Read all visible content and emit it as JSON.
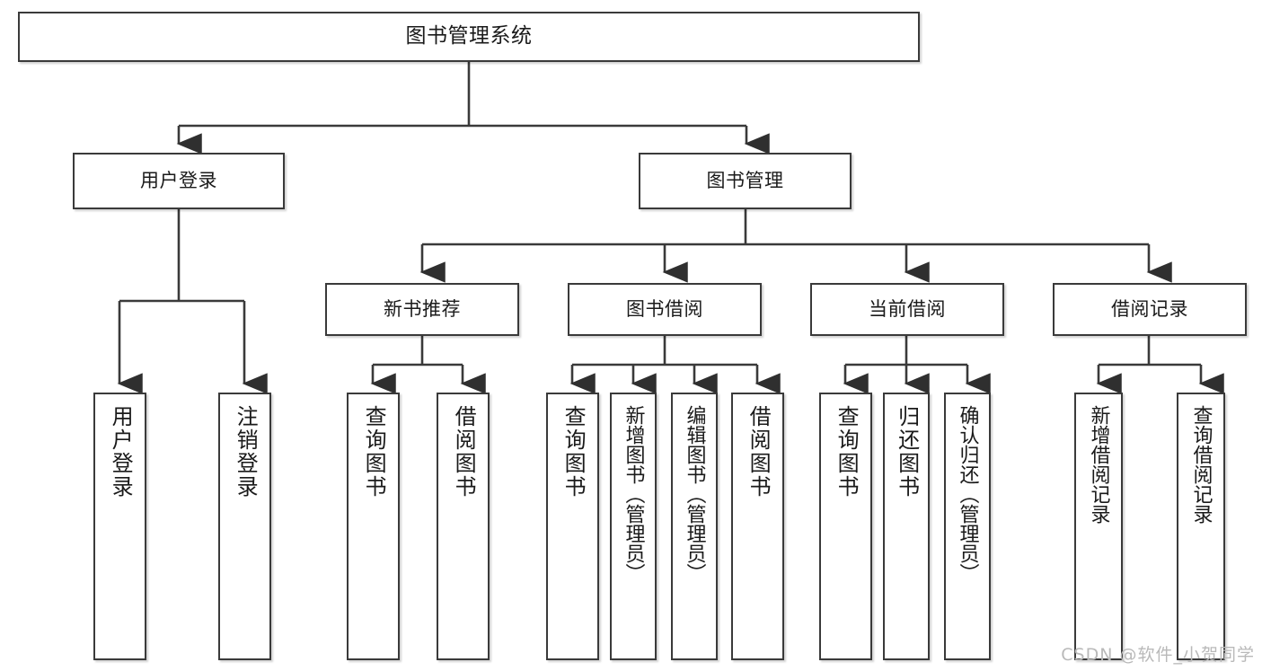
{
  "diagram": {
    "type": "tree",
    "title": "图书管理系统",
    "watermark": "CSDN @软件_小贺同学",
    "colors": {
      "box_border": "#3a3a3a",
      "box_fill": "#ffffff",
      "connector": "#3a3a3a",
      "text": "#1a1a1a",
      "watermark": "#b9b9b9"
    },
    "root": {
      "label": "图书管理系统"
    },
    "level1": [
      {
        "label": "用户登录"
      },
      {
        "label": "图书管理"
      }
    ],
    "level2": [
      {
        "label": "新书推荐"
      },
      {
        "label": "图书借阅"
      },
      {
        "label": "当前借阅"
      },
      {
        "label": "借阅记录"
      }
    ],
    "leaves": {
      "user_login": [
        {
          "label": "用户登录"
        },
        {
          "label": "注销登录"
        }
      ],
      "new_book_recommend": [
        {
          "label": "查询图书"
        },
        {
          "label": "借阅图书"
        }
      ],
      "book_borrow": [
        {
          "label": "查询图书"
        },
        {
          "label": "新增图书（管理员）"
        },
        {
          "label": "编辑图书（管理员）"
        },
        {
          "label": "借阅图书"
        }
      ],
      "current_borrow": [
        {
          "label": "查询图书"
        },
        {
          "label": "归还图书"
        },
        {
          "label": "确认归还（管理员）"
        }
      ],
      "borrow_record": [
        {
          "label": "新增借阅记录"
        },
        {
          "label": "查询借阅记录"
        }
      ]
    }
  }
}
